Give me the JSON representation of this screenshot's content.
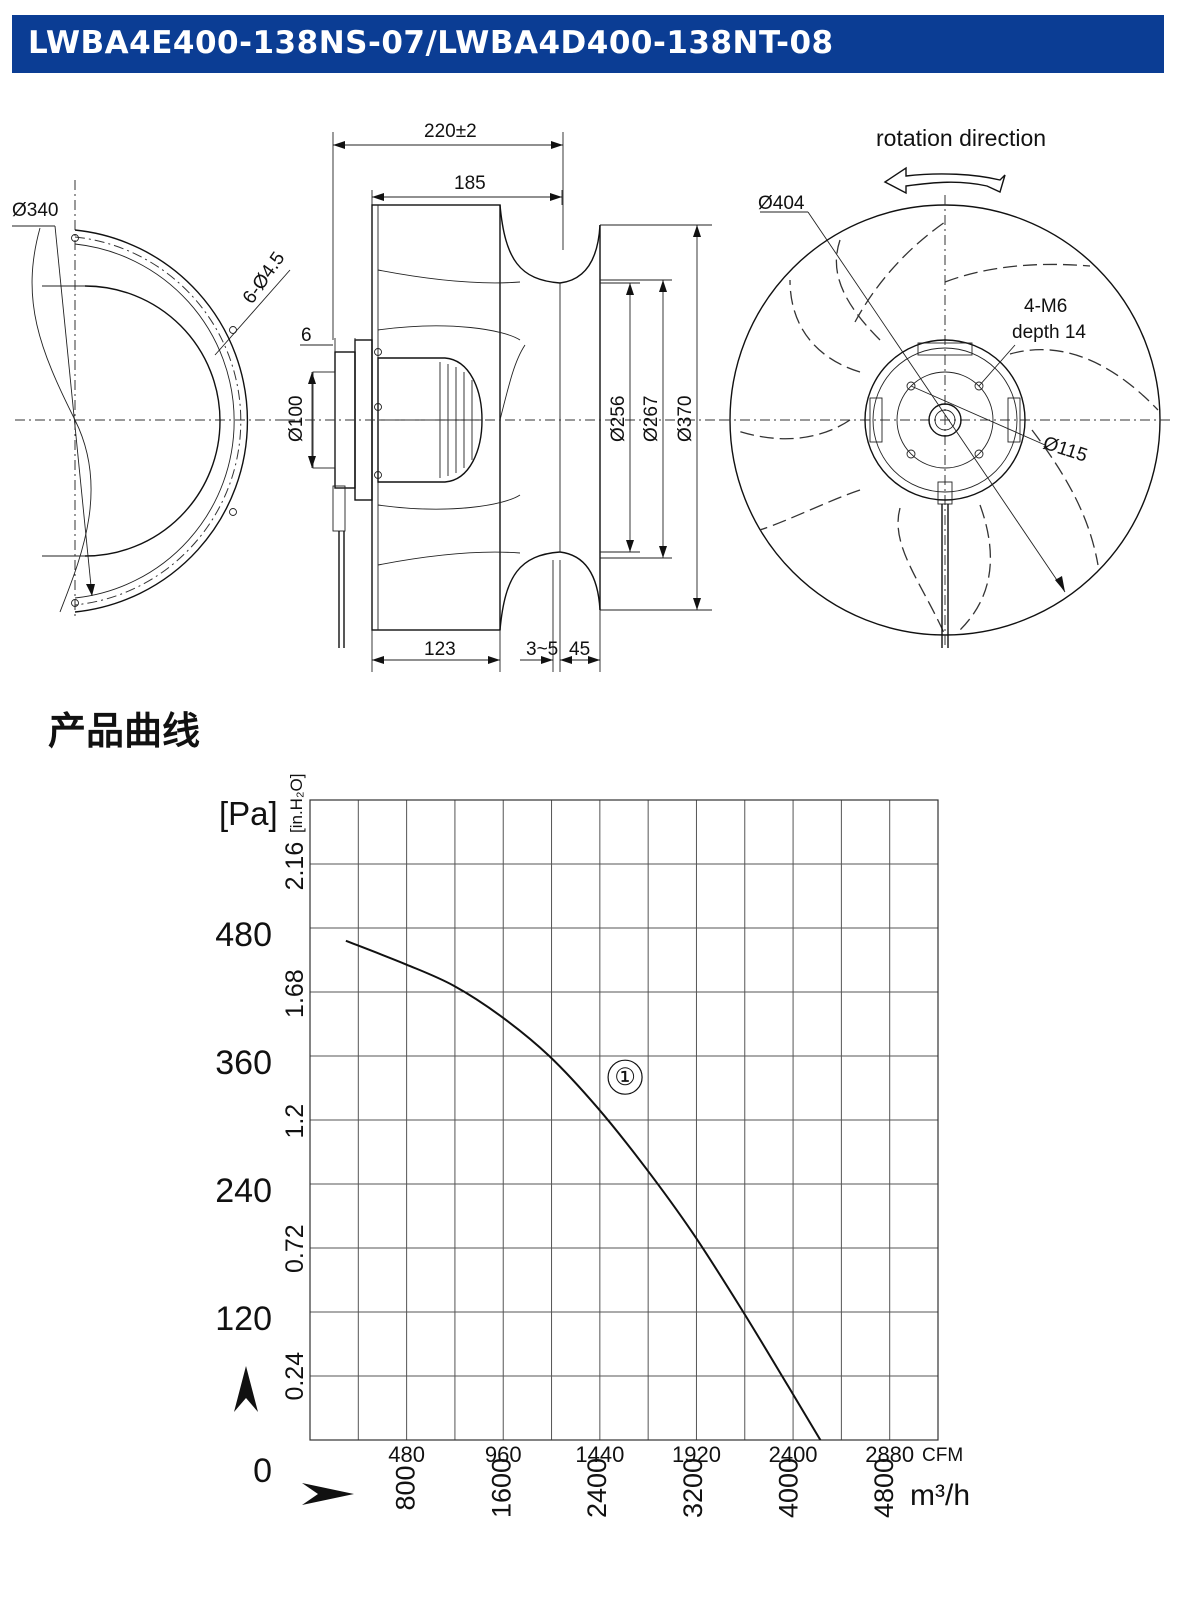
{
  "header": {
    "model_title": "LWBA4E400-138NS-07/LWBA4D400-138NT-08"
  },
  "drawing_labels": {
    "d340": "Ø340",
    "holes": "6-Ø4.5",
    "d220": "220±2",
    "d185": "185",
    "d6": "6",
    "d100": "Ø100",
    "d256": "Ø256",
    "d267": "Ø267",
    "d370": "Ø370",
    "d123": "123",
    "d3_5": "3~5",
    "d45": "45",
    "rotation": "rotation direction",
    "d404": "Ø404",
    "m6": "4-M6",
    "depth": "depth 14",
    "d115": "Ø115"
  },
  "section_heading": "产品曲线",
  "chart_data": {
    "type": "line",
    "y_unit_pa": "[Pa]",
    "y_unit_inh2o": "[in.H₂O]",
    "pa_ticks": [
      "480",
      "360",
      "240",
      "120",
      "0"
    ],
    "pa_tick_values": [
      480,
      360,
      240,
      120,
      0
    ],
    "inh2o_ticks": [
      "2.16",
      "1.68",
      "1.2",
      "0.72",
      "0.24"
    ],
    "inh2o_tick_values": [
      2.16,
      1.68,
      1.2,
      0.72,
      0.24
    ],
    "cfm_unit": "CFM",
    "cfm_ticks": [
      "480",
      "960",
      "1440",
      "1920",
      "2400",
      "2880"
    ],
    "m3h_unit": "m³/h",
    "m3h_ticks": [
      "800",
      "1600",
      "2400",
      "3200",
      "4000",
      "4800"
    ],
    "m3h_tick_values": [
      800,
      1600,
      2400,
      3200,
      4000,
      4800
    ],
    "xlim_m3h": [
      0,
      5250
    ],
    "ylim_pa": [
      0,
      600
    ],
    "grid": true,
    "series": [
      {
        "name": "①",
        "x": [
          300,
          800,
          1200,
          1600,
          2000,
          2400,
          2800,
          3200,
          3600,
          4000,
          4400,
          4450
        ],
        "y": [
          468,
          446,
          426,
          397,
          360,
          312,
          256,
          194,
          124,
          50,
          -25,
          -32
        ]
      }
    ]
  }
}
